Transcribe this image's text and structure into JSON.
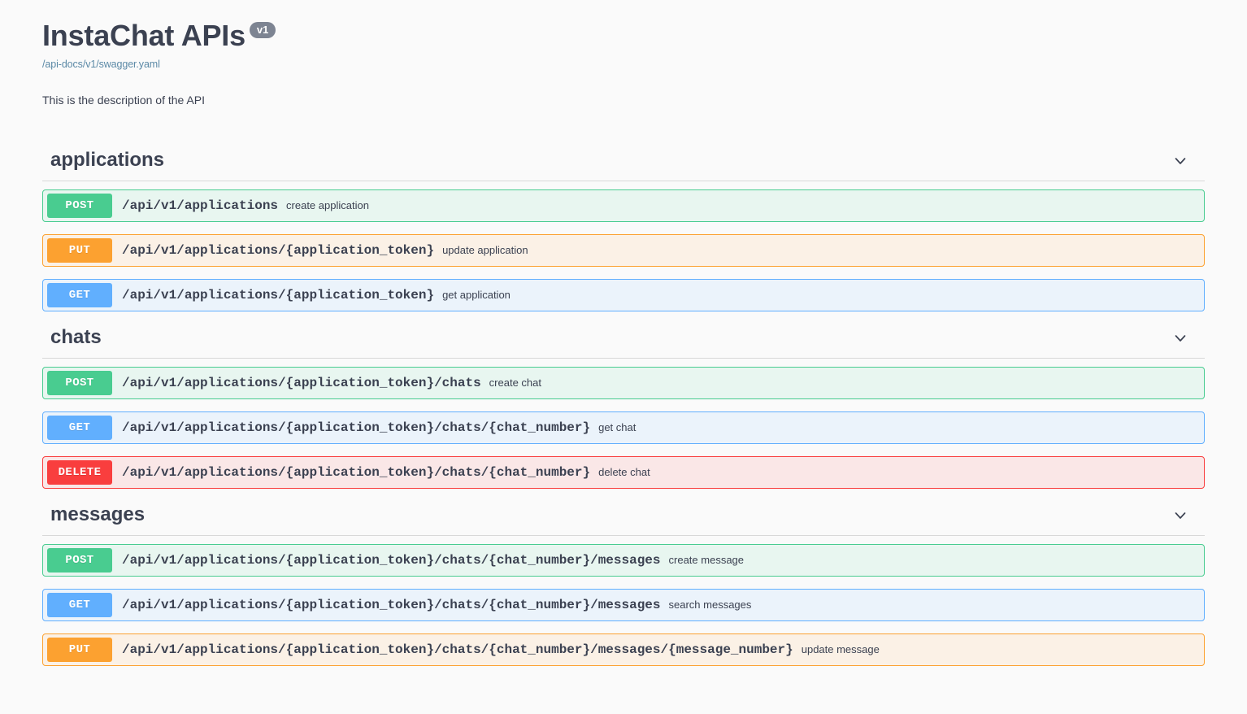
{
  "header": {
    "title": "InstaChat APIs",
    "version_badge": "v1",
    "spec_link": "/api-docs/v1/swagger.yaml",
    "description": "This is the description of the API"
  },
  "icons": {
    "chevron": "chevron-down-icon"
  },
  "colors": {
    "page_bg": "#fafafa",
    "title": "#3b4151",
    "version_badge_bg": "#7d8492",
    "link": "#5b89a6",
    "post": "#49cc90",
    "post_row_bg": "#e8f6f0",
    "put": "#fca130",
    "put_row_bg": "#fbf1e6",
    "get": "#61affe",
    "get_row_bg": "#ebf3fb",
    "delete": "#f93e3e",
    "delete_row_bg": "#fae7e7",
    "divider": "#d8d8d8"
  },
  "sections": [
    {
      "name": "applications",
      "operations": [
        {
          "method": "POST",
          "path": "/api/v1/applications",
          "summary": "create application"
        },
        {
          "method": "PUT",
          "path": "/api/v1/applications/{application_token}",
          "summary": "update application"
        },
        {
          "method": "GET",
          "path": "/api/v1/applications/{application_token}",
          "summary": "get application"
        }
      ]
    },
    {
      "name": "chats",
      "operations": [
        {
          "method": "POST",
          "path": "/api/v1/applications/{application_token}/chats",
          "summary": "create chat"
        },
        {
          "method": "GET",
          "path": "/api/v1/applications/{application_token}/chats/{chat_number}",
          "summary": "get chat"
        },
        {
          "method": "DELETE",
          "path": "/api/v1/applications/{application_token}/chats/{chat_number}",
          "summary": "delete chat"
        }
      ]
    },
    {
      "name": "messages",
      "operations": [
        {
          "method": "POST",
          "path": "/api/v1/applications/{application_token}/chats/{chat_number}/messages",
          "summary": "create message"
        },
        {
          "method": "GET",
          "path": "/api/v1/applications/{application_token}/chats/{chat_number}/messages",
          "summary": "search messages"
        },
        {
          "method": "PUT",
          "path": "/api/v1/applications/{application_token}/chats/{chat_number}/messages/{message_number}",
          "summary": "update message"
        }
      ]
    }
  ]
}
